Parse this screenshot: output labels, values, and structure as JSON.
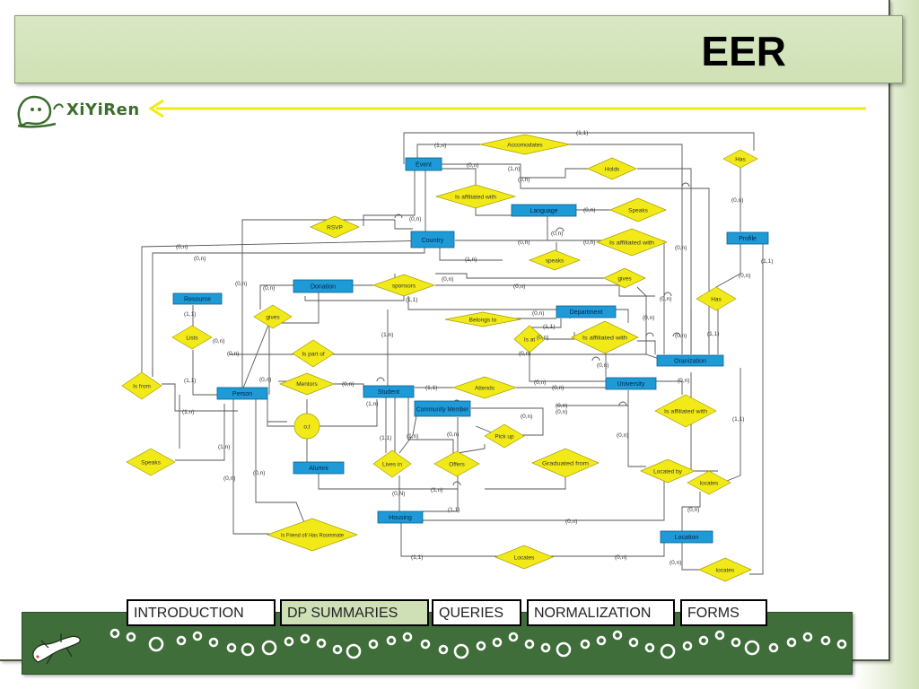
{
  "slide": {
    "title": "EER",
    "logo_text": "XiYiRen",
    "nav": [
      {
        "label": "INTRODUCTION",
        "active": false
      },
      {
        "label": "DP SUMMARIES",
        "active": true
      },
      {
        "label": "QUERIES",
        "active": false
      },
      {
        "label": "NORMALIZATION",
        "active": false
      },
      {
        "label": "FORMS",
        "active": false
      }
    ]
  },
  "diagram": {
    "entities": {
      "event": "Event",
      "language": "Language",
      "country": "Country",
      "profile": "Profile",
      "donation": "Donation",
      "resource": "Resource",
      "department": "Department",
      "organization": "Oranization",
      "person": "Person",
      "student": "Student",
      "university": "University",
      "community_member": "Community Member",
      "alumni": "Alumni",
      "housing": "Housing",
      "location": "Location"
    },
    "relationships": {
      "accomodates": "Accomodates",
      "holds": "Holds",
      "has_top": "Has",
      "is_affiliated_1": "Is affiliated with",
      "speaks_1": "Speaks",
      "rsvp": "RSVP",
      "is_affiliated_2": "Is affiliated with",
      "speaks_2": "speaks",
      "sponsors": "sponsors",
      "gives_1": "gives",
      "gives_2": "gives",
      "has_mid": "Has",
      "lists": "Lists",
      "belongs_to": "Belongs to",
      "is_at": "Is at",
      "is_affiliated_3": "Is affiliated with",
      "is_part_of": "Is part of",
      "is_from": "Is from",
      "mentors": "Mentors",
      "attends": "Attends",
      "is_affiliated_4": "Is affiliated with",
      "ot": "o,t",
      "pick_up": "Pick up",
      "speaks_3": "Speaks",
      "lives_in": "Lives in",
      "offers": "Offers",
      "graduated_from": "Graduated from",
      "located_by": "Located by",
      "locates_1": "locates",
      "is_friend": "Is Friend of/ Has Roommate",
      "locates_2": "Locates",
      "locates_3": "locates"
    },
    "cardinalities": {
      "c1": "(1,1)",
      "c2": "(1,n)",
      "c3": "(0,n)",
      "c4": "(1,n)",
      "c5": "(0,n)",
      "c6": "(0,n)",
      "c7": "(0,n)",
      "c8": "(0,n)",
      "c9": "(0,n)",
      "c10": "(0,n)",
      "c11": "(0,n)",
      "c12": "(0,n)",
      "c13": "(1,n)",
      "c14": "(0,n)",
      "c15": "(0,n)",
      "c16": "(0,n)",
      "c17": "(1,1)",
      "c18": "(0,n)",
      "c19": "(0,n)",
      "c20": "(0,n)",
      "c21": "(0,n)",
      "c22": "(1,1)",
      "c23": "(0,n)",
      "c24": "(0,n)",
      "c25": "(1,1)",
      "c26": "(1,n)",
      "c27": "(0,n)",
      "c28": "(1,1)",
      "c29": "(0,n)",
      "c30": "(0,n)",
      "c31": "(0,n)",
      "c32": "(0,n)",
      "c33": "(1,1)",
      "c34": "(0,n)",
      "c35": "(0,n)",
      "c36": "(1,1)",
      "c37": "(0,n)",
      "c38": "(0,n)",
      "c39": "(0,n)",
      "c40": "(0,n)",
      "c41": "(1,1)",
      "c42": "(1,n)",
      "c43": "(0,n)",
      "c44": "(0,n)",
      "c45": "(0,n)",
      "c46": "(1,n)",
      "c47": "(0,n)",
      "c48": "(1,1)",
      "c49": "(1,n)",
      "c50": "(0,n)",
      "c51": "(0,n)",
      "c52": "(0,n)",
      "c53": "(1,n)",
      "c54": "(1,1)",
      "c55": "(0,n)",
      "c56": "(0,N)",
      "c57": "(1,n)",
      "c58": "(1,1)",
      "c59": "(0,n)",
      "c60": "(1,1)",
      "c61": "(0,n)",
      "c62": "(0,n)",
      "c63": "(0,n)"
    }
  },
  "colors": {
    "entity": "#1e9bd7",
    "relationship": "#f2ea18",
    "footer": "#3f6e3a",
    "arrow": "#f2ea18"
  }
}
